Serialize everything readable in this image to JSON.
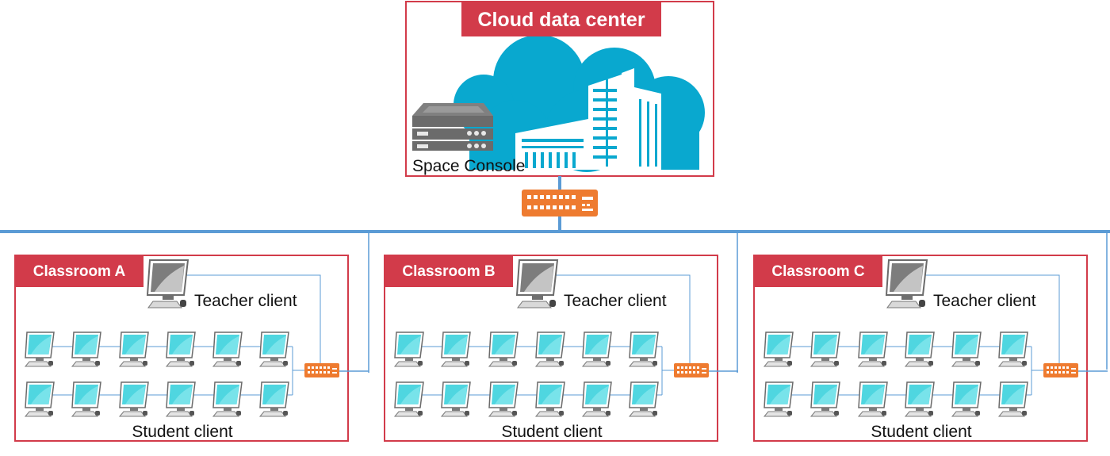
{
  "cloud": {
    "title": "Cloud data center",
    "console_label": "Space Console"
  },
  "classrooms": [
    {
      "title": "Classroom A",
      "teacher_label": "Teacher client",
      "student_label": "Student client"
    },
    {
      "title": "Classroom B",
      "teacher_label": "Teacher client",
      "student_label": "Student client"
    },
    {
      "title": "Classroom C",
      "teacher_label": "Teacher client",
      "student_label": "Student client"
    }
  ],
  "colors": {
    "frame": "#d23b4a",
    "backbone": "#5b9bd5",
    "link": "#5b9bd5",
    "switch": "#ee7b30",
    "cloud": "#09a8cf",
    "screen": "#4fd6e0"
  },
  "icons": {
    "server": "server-icon",
    "building": "building-icon",
    "cloud": "cloud-icon",
    "switch": "network-switch-icon",
    "teacher": "teacher-pc-icon",
    "student": "student-pc-icon"
  }
}
